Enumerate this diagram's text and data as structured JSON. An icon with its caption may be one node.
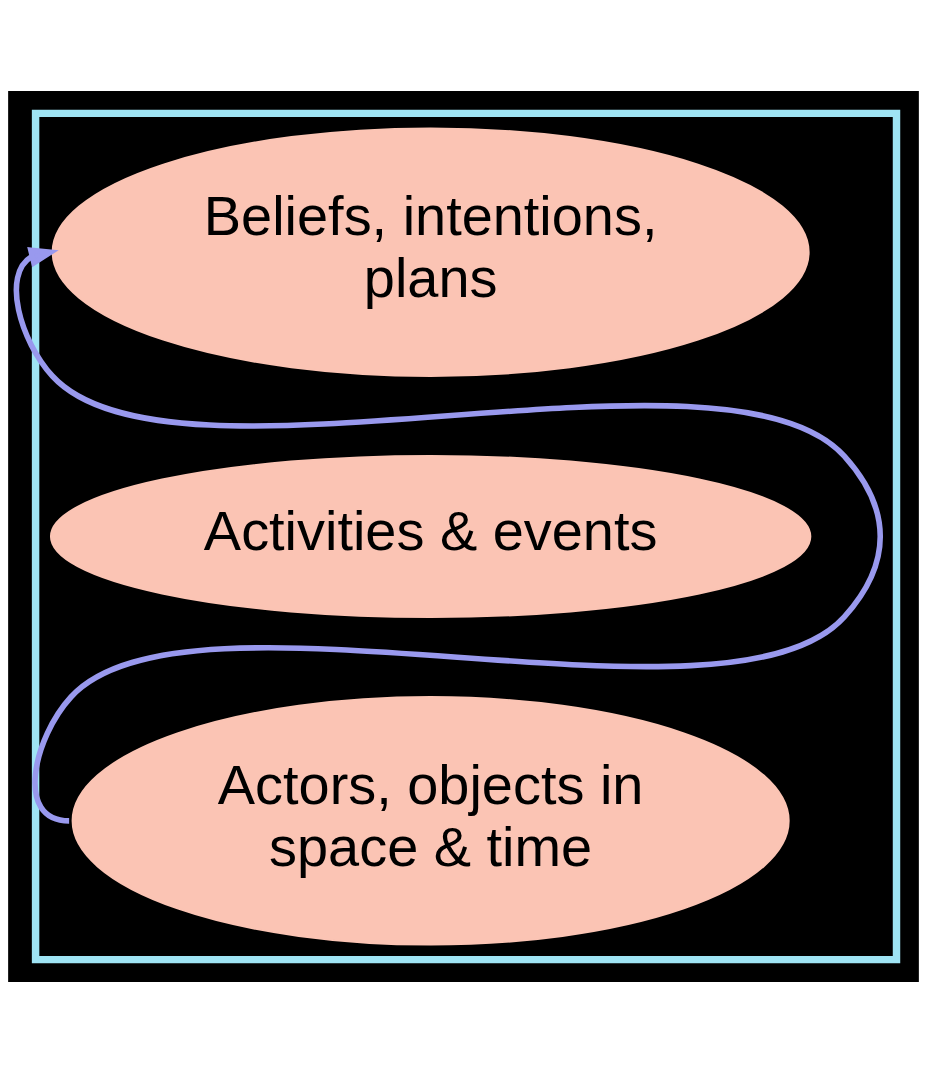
{
  "diagram": {
    "nodes": [
      {
        "text": [],
        "shape": "box"
      },
      {
        "text": [
          "Beliefs, intentions, plans"
        ],
        "in": 0
      },
      {
        "text": [
          "Activities & events"
        ],
        "in": 0
      },
      {
        "text": [
          "Actors, objects in space & time"
        ],
        "in": 0
      }
    ],
    "edges": [
      {
        "from": 3,
        "to": 1,
        "arrow": "to"
      }
    ]
  }
}
